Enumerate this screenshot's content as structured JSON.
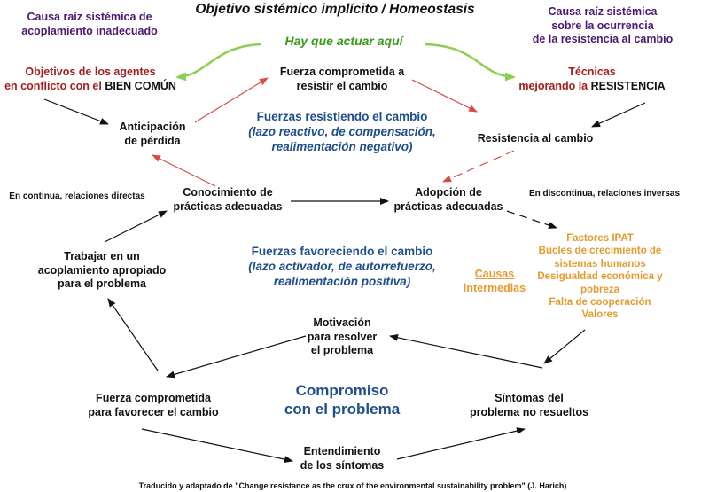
{
  "title": "Objetivo sistémico implícito / Homeostasis",
  "top_left": {
    "line1": "Causa raíz sistémica de",
    "line2": "acoplamiento inadecuado"
  },
  "top_right": {
    "line1": "Causa raíz sistémica",
    "line2": "sobre la ocurrencia",
    "line3": "de la resistencia al cambio"
  },
  "act_here": "Hay que actuar aquí",
  "goals": {
    "red_part1": "Objetivos de los agentes",
    "red_part2": "en conflicto con el",
    "black_part": " BIEN COMÚN"
  },
  "force_resist": {
    "line1": "Fuerza comprometida a",
    "line2": "resistir el cambio"
  },
  "techniques": {
    "line1": "Técnicas",
    "red_part": "mejorando la",
    "black_part": " RESISTENCIA"
  },
  "anticipation": {
    "line1": "Anticipación",
    "line2": "de pérdida"
  },
  "resisting_forces": {
    "line1": "Fuerzas resistiendo el cambio",
    "line2": "(lazo reactivo, de compensación,",
    "line3": "realimentación negativo)"
  },
  "resistance": "Resistencia al cambio",
  "continuous": "En continua, relaciones directas",
  "knowledge": {
    "line1": "Conocimiento de",
    "line2": "prácticas adecuadas"
  },
  "adoption": {
    "line1": "Adopción de",
    "line2": "prácticas adecuadas"
  },
  "discontinuous": "En discontinua, relaciones inversas",
  "work": {
    "line1": "Trabajar en un",
    "line2": "acoplamiento apropiado",
    "line3": "para el problema"
  },
  "favoring_forces": {
    "line1": "Fuerzas favoreciendo el cambio",
    "line2": "(lazo activador, de autorrefuerzo,",
    "line3": "realimentación positiva)"
  },
  "intermediate": {
    "line1": "Causas",
    "line2": "intermedias"
  },
  "factors": [
    "Factores IPAT",
    "Bucles de crecimiento de",
    "sistemas humanos",
    "Desigualdad económica y",
    "pobreza",
    "Falta de cooperación",
    "Valores"
  ],
  "motivation": {
    "line1": "Motivación",
    "line2": "para resolver",
    "line3": "el problema"
  },
  "force_favor": {
    "line1": "Fuerza comprometida",
    "line2": "para favorecer el cambio"
  },
  "commitment": {
    "line1": "Compromiso",
    "line2": "con el problema"
  },
  "symptoms": {
    "line1": "Síntomas del",
    "line2": "problema no resueltos"
  },
  "understanding": {
    "line1": "Entendimiento",
    "line2": "de los síntomas"
  },
  "footer": "Traducido y adaptado de \"Change resistance as the crux of the environmental sustainability problem\" (J. Harich)",
  "colors": {
    "purple": "#4b1873",
    "red": "#a61c1c",
    "green": "#3a9a1a",
    "blue": "#1f4e8a",
    "orange": "#e69a2c",
    "arrow_red": "#d94a4a",
    "arrow_green": "#8ccf4f",
    "arrow_black": "#111111"
  }
}
